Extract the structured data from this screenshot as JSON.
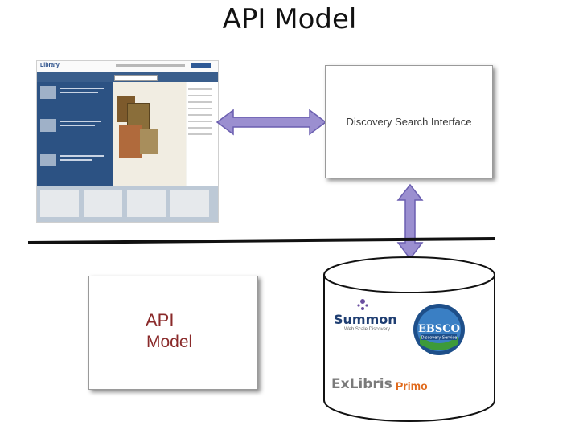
{
  "title": "API Model",
  "library_site": {
    "logo_text": "Library"
  },
  "discovery": {
    "label": "Discovery Search Interface"
  },
  "api_box": {
    "line1": "API",
    "line2": "Model"
  },
  "logos": {
    "summon": "Summon",
    "summon_tag": "Web Scale Discovery",
    "ebsco": "EBSCO",
    "ebsco_tag": "Discovery Service",
    "exlibris": "ExLibris",
    "primo": "Primo"
  },
  "colors": {
    "arrow_fill": "#9b8fd0",
    "arrow_stroke": "#6b5fb0",
    "api_text": "#8a2a2a",
    "primo_orange": "#e06a1c",
    "summon_blue": "#1f3e72"
  }
}
